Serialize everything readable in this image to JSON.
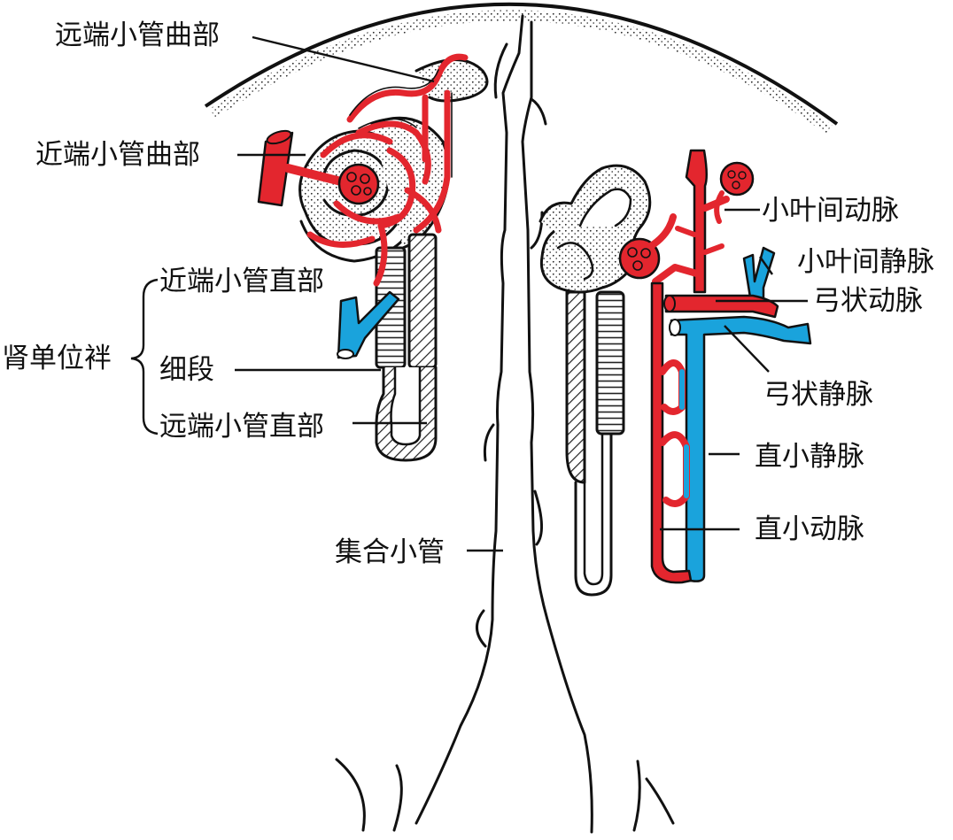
{
  "labels": {
    "distal_convoluted": "远端小管曲部",
    "proximal_convoluted": "近端小管曲部",
    "proximal_straight": "近端小管直部",
    "nephron_loop": "肾单位袢",
    "thin_segment": "细段",
    "distal_straight": "远端小管直部",
    "collecting_tubule": "集合小管",
    "interlobular_artery": "小叶间动脉",
    "interlobular_vein": "小叶间静脉",
    "arcuate_artery": "弓状动脉",
    "arcuate_vein": "弓状静脉",
    "vasa_recta_vein": "直小静脉",
    "vasa_recta_artery": "直小动脉"
  },
  "colors": {
    "artery": "#e3262e",
    "vein": "#1aa3dc",
    "outline": "#111111",
    "background": "#ffffff"
  }
}
